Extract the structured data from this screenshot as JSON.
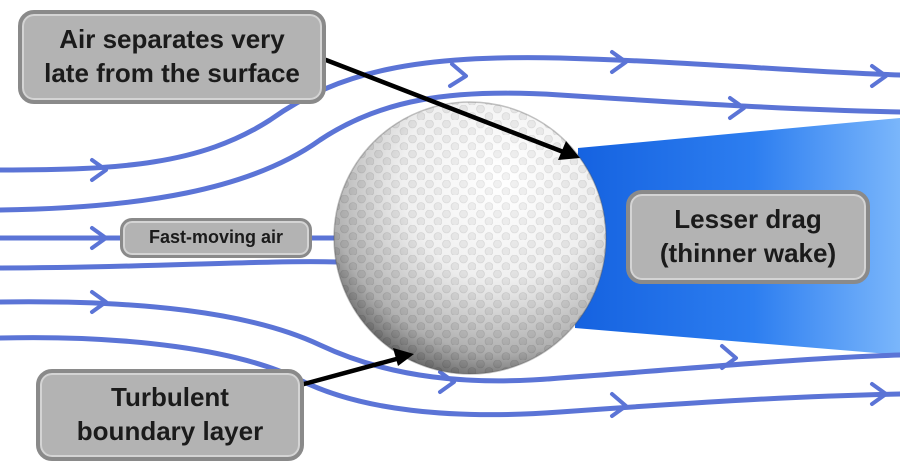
{
  "labels": {
    "separation": {
      "line1": "Air separates very",
      "line2": "late from the surface"
    },
    "fast_air": "Fast-moving air",
    "boundary": {
      "line1": "Turbulent",
      "line2": "boundary layer"
    },
    "drag": {
      "line1": "Lesser drag",
      "line2": "(thinner wake)"
    }
  },
  "colors": {
    "streamline": "#5b74d6",
    "wake_dark": "#1562e0",
    "wake_light": "#7ab6fb",
    "ball_light": "#ffffff",
    "ball_dark": "#3c3c3c",
    "callout_fill": "#b3b3b3",
    "callout_border": "#8a8a8a",
    "pointer": "#000000"
  },
  "icons": {
    "ball": "golf-ball-icon",
    "flow_arrow": "arrowhead-icon",
    "pointer": "pointer-arrow-icon"
  }
}
